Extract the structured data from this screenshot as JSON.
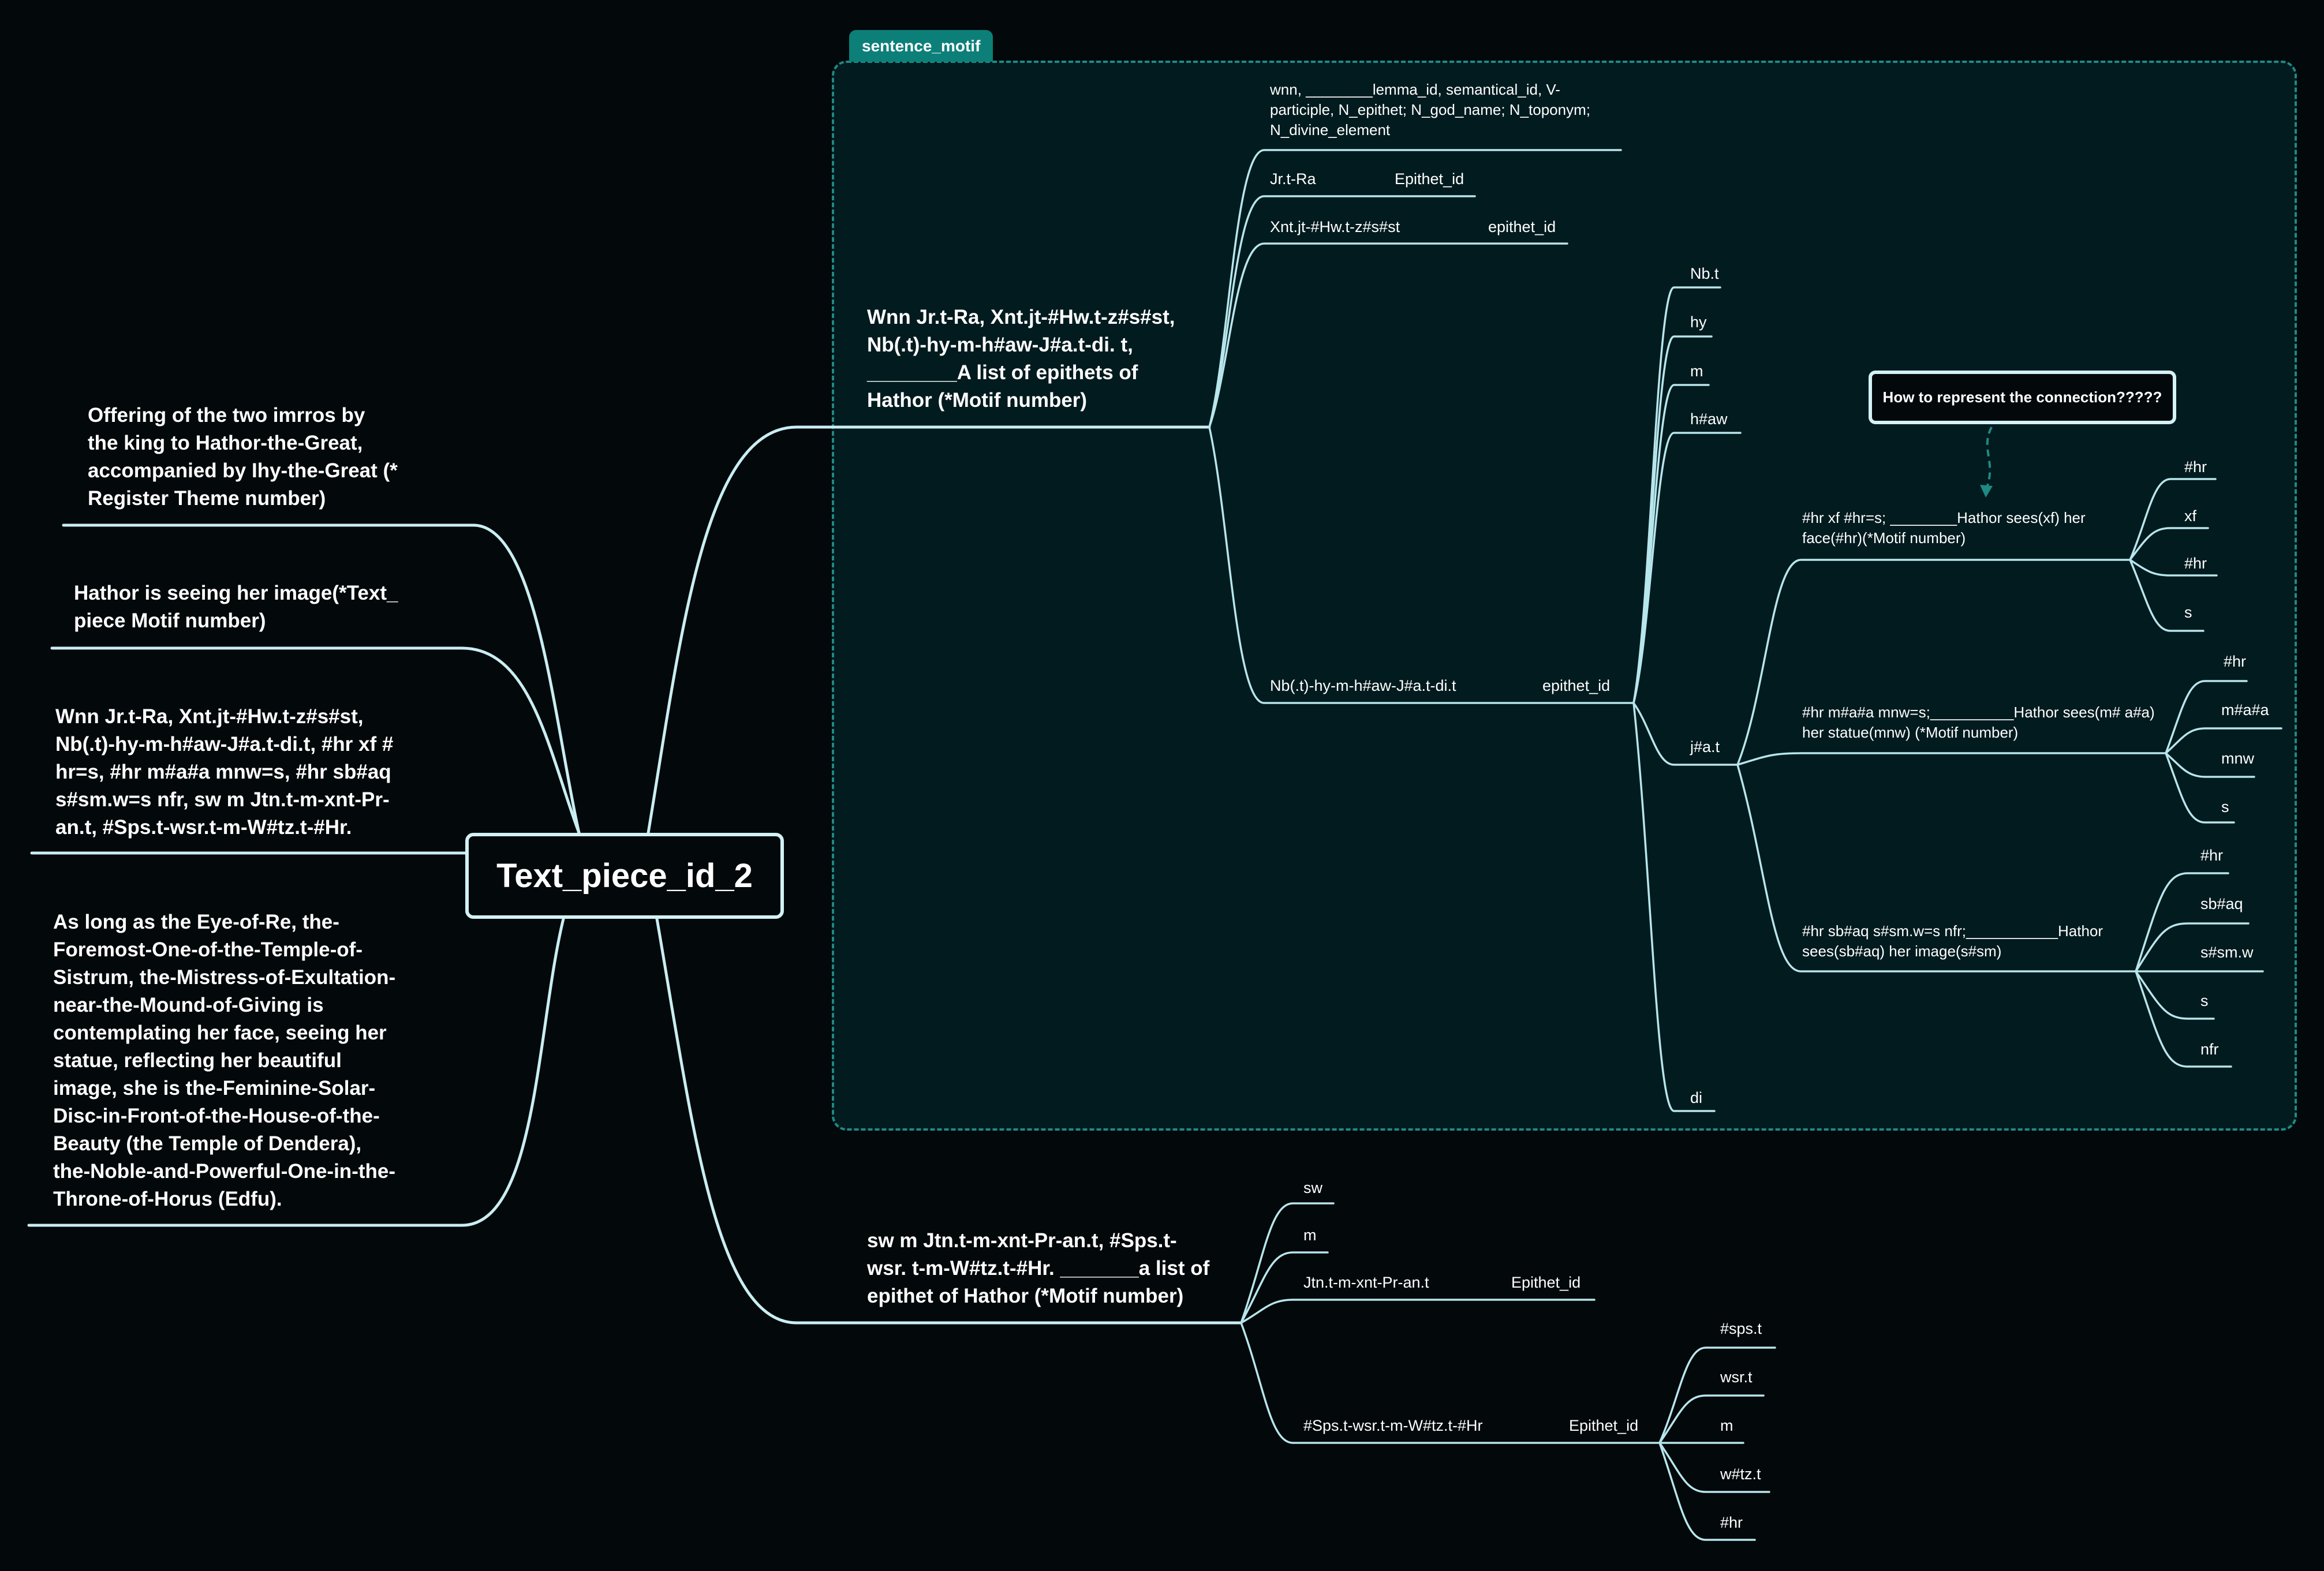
{
  "root": {
    "label": "Text_piece_id_2"
  },
  "frame": {
    "label": "sentence_motif"
  },
  "callout": {
    "label": "How to represent the connection?????"
  },
  "left_notes": [
    "Offering of the two imrros by the king to Hathor-the-Great, accompanied by Ihy-the-Great (* Register Theme number)",
    "Hathor is seeing her image(*Text_ piece Motif number)",
    "Wnn Jr.t-Ra, Xnt.jt-#Hw.t-z#s#st, Nb(.t)-hy-m-h#aw-J#a.t-di.t, #hr xf # hr=s, #hr m#a#a mnw=s, #hr sb#aq s#sm.w=s nfr, sw m Jtn.t-m-xnt-Pr-an.t, #Sps.t-wsr.t-m-W#tz.t-#Hr.",
    "As long as the Eye-of-Re, the-Foremost-One-of-the-Temple-of-Sistrum, the-Mistress-of-Exultation-near-the-Mound-of-Giving is contemplating her face, seeing her statue, reflecting her beautiful image, she is the-Feminine-Solar-Disc-in-Front-of-the-House-of-the-Beauty (the Temple of Dendera), the-Noble-and-Powerful-One-in-the-Throne-of-Horus (Edfu)."
  ],
  "branch_top": {
    "label": "Wnn Jr.t-Ra, Xnt.jt-#Hw.t-z#s#st, Nb(.t)-hy-m-h#aw-J#a.t-di. t, ________A list of epithets of Hathor (*Motif number)",
    "header": "wnn,  ________lemma_id, semantical_id, V-participle, N_epithet; N_god_name; N_toponym; N_divine_element",
    "epithet1": {
      "name": "Jr.t-Ra",
      "id": "Epithet_id"
    },
    "epithet2": {
      "name": "Xnt.jt-#Hw.t-z#s#st",
      "id": "epithet_id"
    },
    "epithet3": {
      "name": "Nb(.t)-hy-m-h#aw-J#a.t-di.t",
      "id": "epithet_id",
      "parts": [
        "Nb.t",
        "hy",
        "m",
        "h#aw",
        "j#a.t",
        "di"
      ]
    },
    "clauses": [
      {
        "text": "#hr xf #hr=s; ________Hathor sees(xf) her face(#hr)(*Motif number)",
        "words": [
          "#hr",
          "xf",
          "#hr",
          "s"
        ]
      },
      {
        "text": " #hr m#a#a mnw=s;__________Hathor sees(m# a#a) her statue(mnw) (*Motif number)",
        "words": [
          "#hr",
          "m#a#a",
          "mnw",
          "s"
        ]
      },
      {
        "text": "#hr sb#aq s#sm.w=s nfr;___________Hathor sees(sb#aq) her image(s#sm)",
        "words": [
          "#hr",
          "sb#aq",
          "s#sm.w",
          "s",
          "nfr"
        ]
      }
    ]
  },
  "branch_bottom": {
    "label": "sw m Jtn.t-m-xnt-Pr-an.t, #Sps.t-wsr. t-m-W#tz.t-#Hr. _______a list of epithet of Hathor (*Motif number)",
    "words": [
      "sw",
      "m"
    ],
    "epithet1": {
      "name": "Jtn.t-m-xnt-Pr-an.t",
      "id": "Epithet_id"
    },
    "epithet2": {
      "name": "#Sps.t-wsr.t-m-W#tz.t-#Hr",
      "id": "Epithet_id",
      "parts": [
        "#sps.t",
        "wsr.t",
        "m",
        "w#tz.t",
        "#hr"
      ]
    }
  }
}
